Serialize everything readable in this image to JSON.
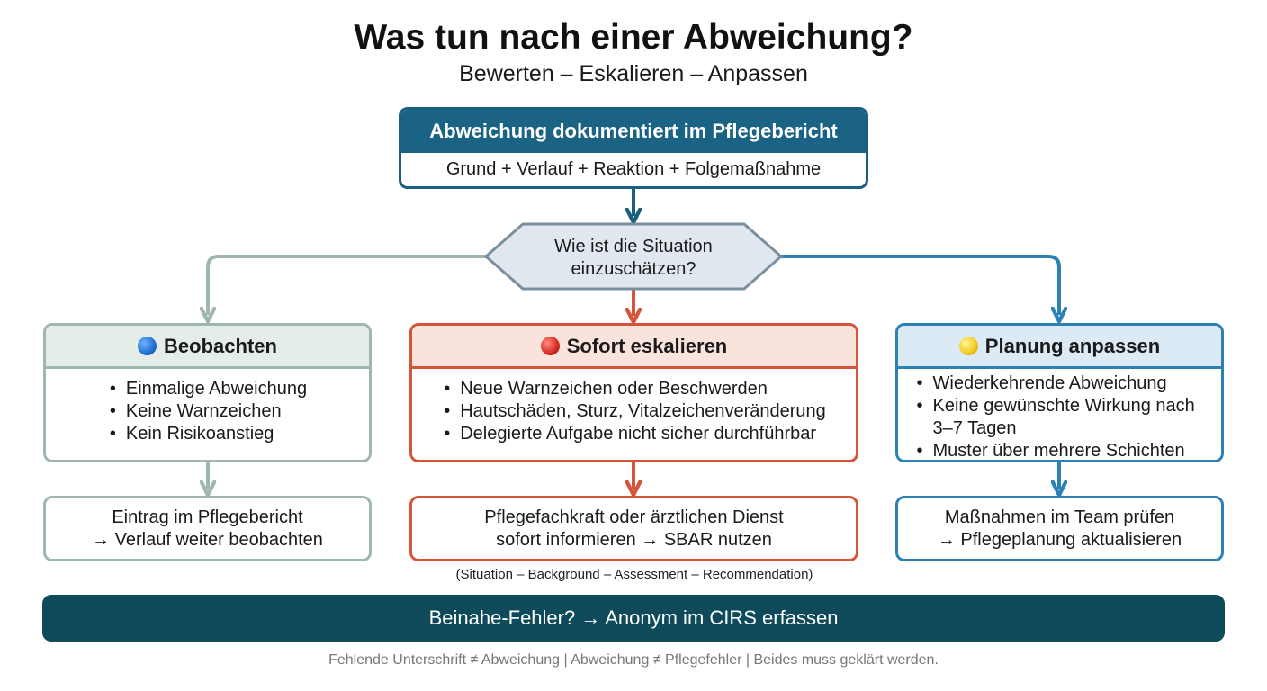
{
  "title": "Was tun nach einer Abweichung?",
  "subtitle": "Bewerten – Eskalieren – Anpassen",
  "top_box": {
    "header": "Abweichung dokumentiert im Pflegebericht",
    "body": "Grund + Verlauf + Reaktion + Folgemaßnahme"
  },
  "decision": {
    "line1": "Wie ist die Situation",
    "line2": "einzuschätzen?"
  },
  "branches": [
    {
      "title": "Beobachten",
      "marker_color": "#1f6fd1",
      "border_color": "#9fb7ae",
      "items": [
        "Einmalige Abweichung",
        "Keine Warnzeichen",
        "Kein Risikoanstieg"
      ],
      "outcome_line1": "Eintrag im Pflegebericht",
      "outcome_line2": "→ Verlauf weiter beobachten"
    },
    {
      "title": "Sofort eskalieren",
      "marker_color": "#d62a1f",
      "border_color": "#d4553a",
      "items": [
        "Neue Warnzeichen oder Beschwerden",
        "Hautschäden, Sturz, Vitalzeichenveränderung",
        "Delegierte Aufgabe nicht sicher durchführbar"
      ],
      "outcome_line1": "Pflegefachkraft oder ärztlichen Dienst",
      "outcome_line2": "sofort informieren → SBAR nutzen",
      "note": "(Situation – Background – Assessment – Recommendation)"
    },
    {
      "title": "Planung anpassen",
      "marker_color": "#f2c81c",
      "border_color": "#2c82b4",
      "items": [
        "Wiederkehrende Abweichung",
        "Keine gewünschte Wirkung nach 3–7 Tagen",
        "Muster über mehrere Schichten"
      ],
      "outcome_line1": "Maßnahmen im Team prüfen",
      "outcome_line2": "→ Pflegeplanung aktualisieren"
    }
  ],
  "bottom_bar": "Beinahe-Fehler? → Anonym im CIRS erfassen",
  "footer": "Fehlende Unterschrift ≠ Abweichung | Abweichung ≠ Pflegefehler | Beides muss geklärt werden."
}
